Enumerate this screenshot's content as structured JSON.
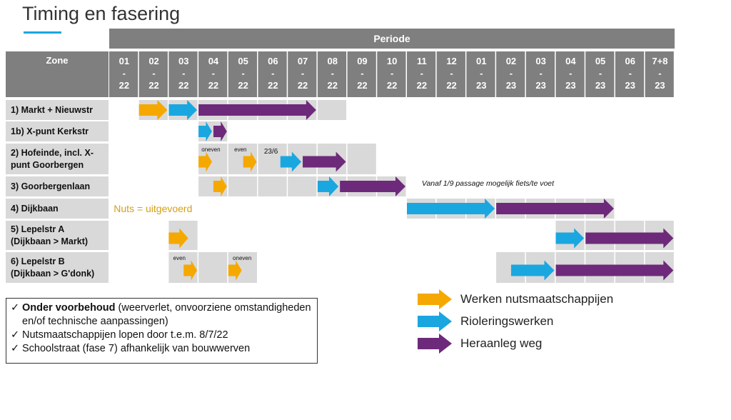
{
  "title": "Timing en fasering",
  "header": {
    "periode": "Periode",
    "zone": "Zone"
  },
  "months": [
    [
      "01",
      "-",
      "22"
    ],
    [
      "02",
      "-",
      "22"
    ],
    [
      "03",
      "-",
      "22"
    ],
    [
      "04",
      "-",
      "22"
    ],
    [
      "05",
      "-",
      "22"
    ],
    [
      "06",
      "-",
      "22"
    ],
    [
      "07",
      "-",
      "22"
    ],
    [
      "08",
      "-",
      "22"
    ],
    [
      "09",
      "-",
      "22"
    ],
    [
      "10",
      "-",
      "22"
    ],
    [
      "11",
      "-",
      "22"
    ],
    [
      "12",
      "-",
      "22"
    ],
    [
      "01",
      "-",
      "23"
    ],
    [
      "02",
      "-",
      "23"
    ],
    [
      "03",
      "-",
      "23"
    ],
    [
      "04",
      "-",
      "23"
    ],
    [
      "05",
      "-",
      "23"
    ],
    [
      "06",
      "-",
      "23"
    ],
    [
      "7+8",
      "-",
      "23"
    ]
  ],
  "zones": [
    {
      "label": [
        "1) Markt + Nieuwstr"
      ],
      "shaded": [
        1,
        2,
        3,
        4,
        5,
        6,
        7
      ],
      "tasks": [
        [
          "nuts",
          1,
          2
        ],
        [
          "riool",
          2,
          3
        ],
        [
          "weg",
          3,
          7
        ]
      ]
    },
    {
      "label": [
        "1b) X-punt Kerkstr"
      ],
      "shaded": [
        3
      ],
      "tasks": [
        [
          "riool",
          3,
          3.5
        ],
        [
          "weg",
          3.5,
          4
        ]
      ]
    },
    {
      "label": [
        "2) Hofeinde, incl. X-",
        "punt Goorbergen"
      ],
      "shaded": [
        3,
        4,
        5,
        6,
        7,
        8
      ],
      "tasks": [
        [
          "nuts",
          3,
          3.5
        ],
        [
          "nuts",
          4.5,
          5
        ],
        [
          "riool",
          5.75,
          6.5
        ],
        [
          "weg",
          6.5,
          8
        ]
      ],
      "notes": [
        [
          "oneven",
          3.1
        ],
        [
          "even",
          4.2
        ],
        [
          "23/6",
          5.2
        ]
      ]
    },
    {
      "label": [
        "3) Goorbergenlaan"
      ],
      "shaded": [
        3,
        4,
        5,
        6,
        7,
        8,
        9
      ],
      "tasks": [
        [
          "nuts",
          3.5,
          4
        ],
        [
          "riool",
          7,
          7.75
        ],
        [
          "weg",
          7.75,
          10
        ]
      ],
      "notes": [
        [
          "Vanaf 1/9 passage mogelijk fiets/te voet",
          10.5
        ]
      ]
    },
    {
      "label": [
        "4) Dijkbaan"
      ],
      "shaded": [
        10,
        11,
        12,
        13,
        14,
        15,
        16
      ],
      "tasks": [
        [
          "riool",
          10,
          13
        ],
        [
          "weg",
          13,
          17
        ]
      ],
      "notes": [
        [
          "Nuts = uitgevoerd",
          0.15
        ]
      ]
    },
    {
      "label": [
        "5) Lepelstr A",
        "(Dijkbaan > Markt)"
      ],
      "shaded": [
        2,
        15,
        16,
        17,
        18
      ],
      "tasks": [
        [
          "nuts",
          2,
          2.7
        ],
        [
          "riool",
          15,
          16
        ],
        [
          "weg",
          16,
          19
        ]
      ]
    },
    {
      "label": [
        "6) Lepelstr B",
        "(Dijkbaan > G'donk)"
      ],
      "shaded": [
        2,
        3,
        4,
        13,
        14,
        15,
        16,
        17,
        18
      ],
      "tasks": [
        [
          "nuts",
          2.5,
          3
        ],
        [
          "nuts",
          4,
          4.5
        ],
        [
          "riool",
          13.5,
          15
        ],
        [
          "weg",
          15,
          19
        ]
      ],
      "notes": [
        [
          "even",
          2.15
        ],
        [
          "oneven",
          4.15
        ]
      ]
    }
  ],
  "colors": {
    "nuts": "#f5a800",
    "riool": "#1aa7e0",
    "weg": "#6e2a7a",
    "header": "#7f7f7f",
    "zone_bg": "#d9d9d9",
    "shade": "#d9d9d9",
    "nuts_text": "#d4a017"
  },
  "legend": [
    {
      "key": "nuts",
      "label": "Werken nutsmaatschappijen"
    },
    {
      "key": "riool",
      "label": "Rioleringswerken"
    },
    {
      "key": "weg",
      "label": "Heraanleg weg"
    }
  ],
  "notes": {
    "line1_bold": "Onder voorbehoud",
    "line1_rest": " (weerverlet, onvoorziene omstandigheden en/of technische aanpassingen)",
    "line2": "Nutsmaatschappijen lopen door t.e.m. 8/7/22",
    "line3": "Schoolstraat (fase 7) afhankelijk van bouwwerven"
  }
}
